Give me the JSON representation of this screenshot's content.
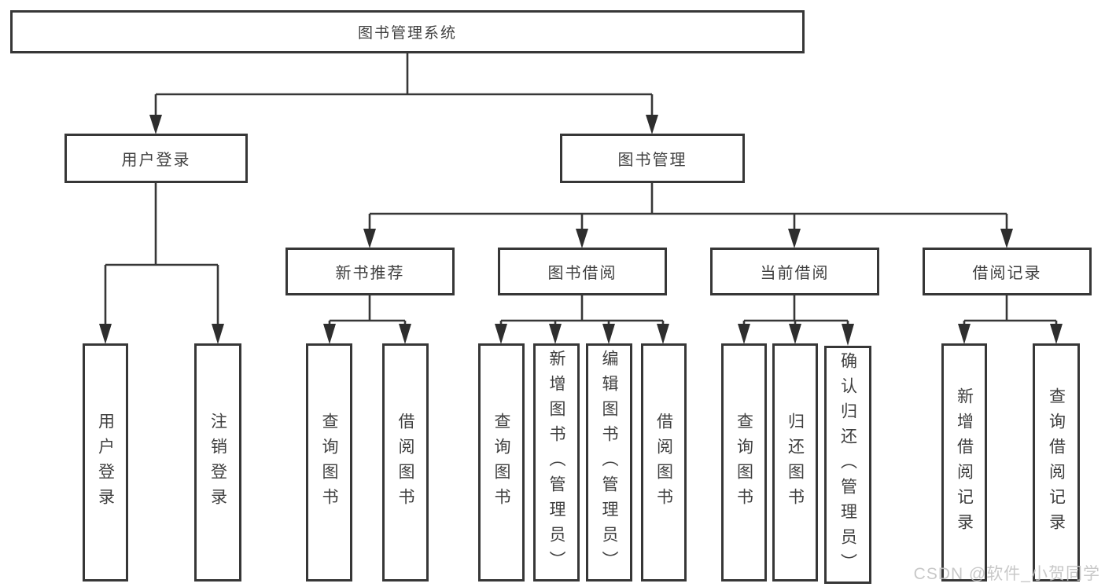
{
  "diagram": {
    "root": {
      "label": "图书管理系统"
    },
    "branches": [
      {
        "label": "用户登录",
        "children": [
          {
            "label": "用户登录"
          },
          {
            "label": "注销登录"
          }
        ]
      },
      {
        "label": "图书管理",
        "children": [
          {
            "label": "新书推荐",
            "children": [
              {
                "label": "查询图书"
              },
              {
                "label": "借阅图书"
              }
            ]
          },
          {
            "label": "图书借阅",
            "children": [
              {
                "label": "查询图书"
              },
              {
                "label": "新增图书（管理员）"
              },
              {
                "label": "编辑图书（管理员）"
              },
              {
                "label": "借阅图书"
              }
            ]
          },
          {
            "label": "当前借阅",
            "children": [
              {
                "label": "查询图书"
              },
              {
                "label": "归还图书"
              },
              {
                "label": "确认归还（管理员）"
              }
            ]
          },
          {
            "label": "借阅记录",
            "children": [
              {
                "label": "新增借阅记录"
              },
              {
                "label": "查询借阅记录"
              }
            ]
          }
        ]
      }
    ]
  },
  "watermark": {
    "text": "CSDN @软件_小贺同学"
  },
  "colors": {
    "line": "#373737",
    "text": "#3f3f3f",
    "watermark_text": "#c3c3c3",
    "background": "#ffffff"
  }
}
